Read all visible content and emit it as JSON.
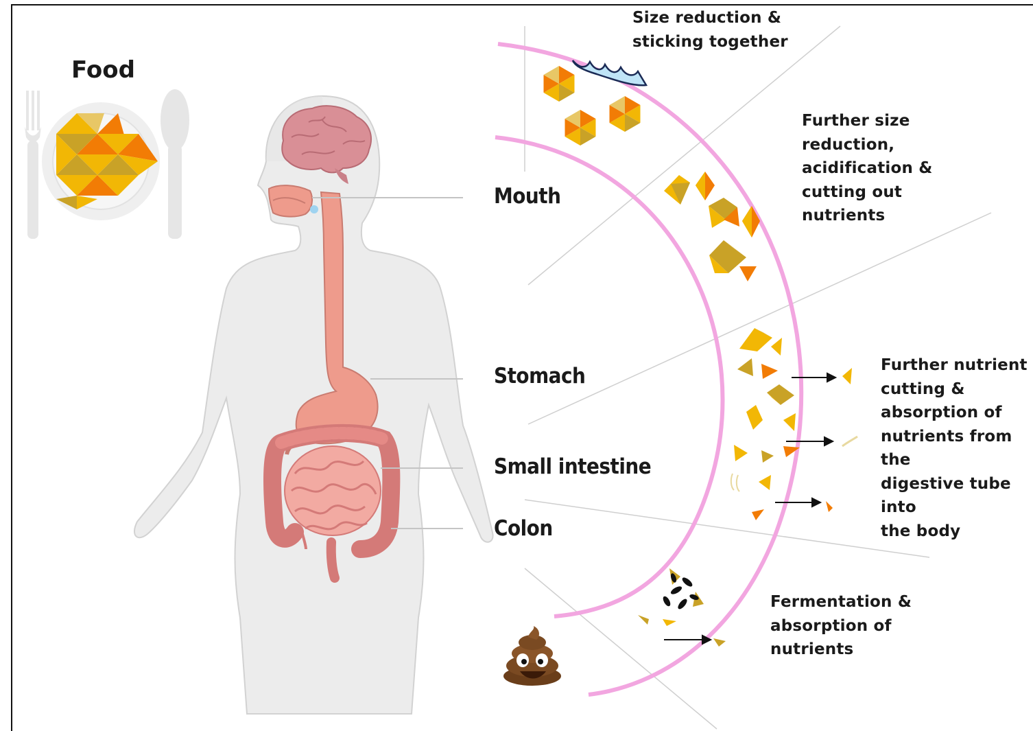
{
  "food_label": "Food",
  "organs": {
    "mouth": "Mouth",
    "stomach": "Stomach",
    "small_intestine": "Small intestine",
    "colon": "Colon"
  },
  "stages": {
    "mouth": "Size reduction &\nsticking together",
    "stomach": "Further size\nreduction,\nacidification &\ncutting out\nnutrients",
    "small_intestine": "Further nutrient\ncutting &\nabsorption of\nnutrients from the\ndigestive tube into\nthe body",
    "colon": "Fermentation &\nabsorption of\nnutrients"
  },
  "colors": {
    "tube_wall": "#f2a6e0",
    "digestive_tract": "#ee9b8c",
    "intestine": "#e58a86",
    "brain": "#d98f96",
    "body": "#e9e9e9",
    "food_gold": "#f2b705",
    "food_orange": "#f27c05",
    "food_olive": "#c9a227",
    "saliva": "#9fd3f0",
    "poop": "#7a4a22"
  },
  "icons": [
    "fork-icon",
    "spoon-icon",
    "plate-icon",
    "brain-icon",
    "poop-icon"
  ]
}
